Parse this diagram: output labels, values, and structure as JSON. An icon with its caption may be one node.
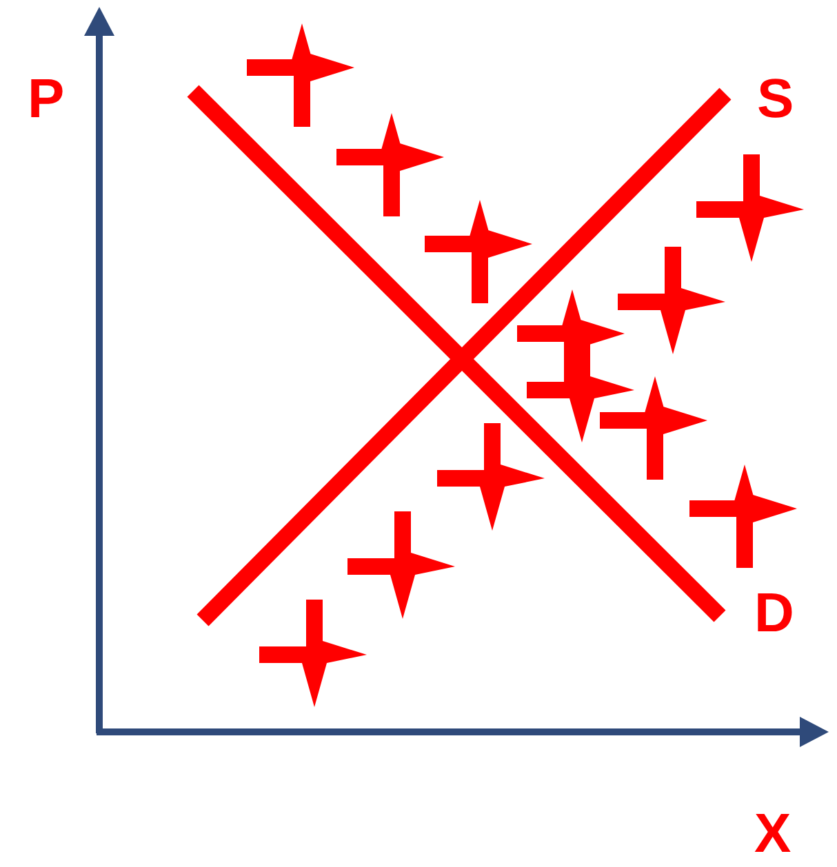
{
  "diagram": {
    "labels": [
      "P",
      "S",
      "D",
      "X"
    ]
  }
}
